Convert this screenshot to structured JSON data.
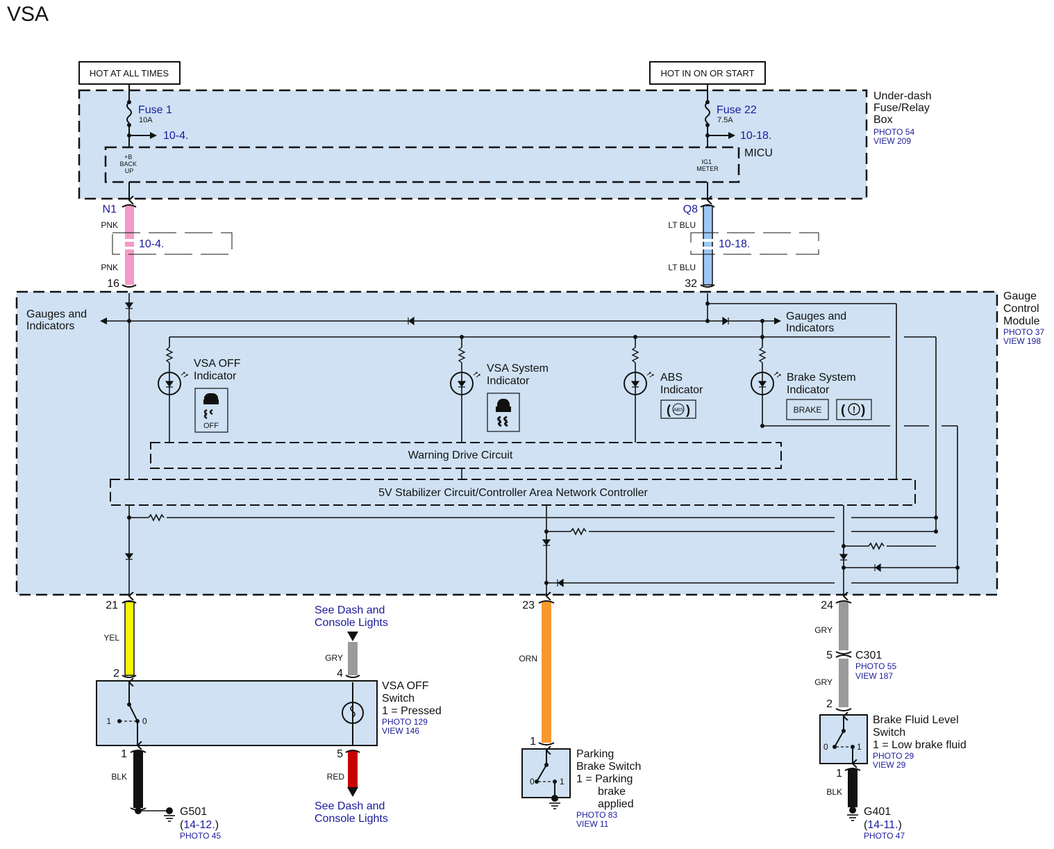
{
  "title": "VSA",
  "colors": {
    "module_fill": "#cfe1f3",
    "ref_blue": "#1a1a9c",
    "wire_pnk": "#f59ac8",
    "wire_ltblu": "#9cc8f5",
    "wire_yel": "#f7f700",
    "wire_gry": "#9a9a9a",
    "wire_orn": "#f7982f",
    "wire_red": "#c80000",
    "wire_blk": "#111111"
  },
  "power_labels": {
    "left": "HOT AT ALL TIMES",
    "right": "HOT IN ON OR START"
  },
  "fuse_box": {
    "name_lines": [
      "Under-dash",
      "Fuse/Relay",
      "Box"
    ],
    "photo": "PHOTO 54",
    "view": "VIEW 209",
    "micu_label": "MICU",
    "fuse1": {
      "name": "Fuse 1",
      "rating": "10A",
      "ref": "10-4.",
      "terminal_lines": [
        "+B",
        "BACK",
        "UP"
      ]
    },
    "fuse22": {
      "name": "Fuse 22",
      "rating": "7.5A",
      "ref": "10-18.",
      "terminal_lines": [
        "IG1",
        "METER"
      ]
    }
  },
  "harness_top": {
    "left": {
      "connector": "N1",
      "color_top": "PNK",
      "ref": "10-4.",
      "color_bottom": "PNK",
      "pin": "16"
    },
    "right": {
      "connector": "Q8",
      "color_top": "LT BLU",
      "ref": "10-18.",
      "color_bottom": "LT BLU",
      "pin": "32"
    }
  },
  "gauge_module": {
    "name_lines": [
      "Gauge",
      "Control",
      "Module"
    ],
    "photo": "PHOTO 37",
    "view": "VIEW 198",
    "gauges_left": [
      "Gauges and",
      "Indicators"
    ],
    "gauges_right": [
      "Gauges and",
      "Indicators"
    ],
    "indicators": [
      {
        "label_lines": [
          "VSA OFF",
          "Indicator"
        ],
        "icon": "vsa-off-icon",
        "icon_text": "OFF"
      },
      {
        "label_lines": [
          "VSA System",
          "Indicator"
        ],
        "icon": "vsa-system-icon"
      },
      {
        "label_lines": [
          "ABS",
          "Indicator"
        ],
        "icon": "abs-icon",
        "icon_text": "ABS"
      },
      {
        "label_lines": [
          "Brake System",
          "Indicator"
        ],
        "icon": "brake-icon",
        "icon_text": "BRAKE",
        "icon2_text": "!"
      }
    ],
    "warning_drive": "Warning Drive Circuit",
    "stabilizer": "5V Stabilizer Circuit/Controller Area Network Controller"
  },
  "outputs": {
    "pin21": {
      "pin": "21",
      "color": "YEL",
      "to_pin": "2"
    },
    "pin23": {
      "pin": "23",
      "color": "ORN",
      "to_pin": "1"
    },
    "pin24": {
      "pin": "24",
      "color_top": "GRY",
      "c301_pin": "5",
      "connector": "C301",
      "photo": "PHOTO 55",
      "view": "VIEW 187",
      "color_bottom": "GRY",
      "to_pin": "2"
    }
  },
  "vsa_off_switch": {
    "name_lines": [
      "VSA OFF",
      "Switch",
      "1 = Pressed"
    ],
    "photo": "PHOTO 129",
    "view": "VIEW 146",
    "pos1": "1",
    "pos0": "0",
    "dash_light_in": [
      "See Dash and",
      "Console Lights"
    ],
    "gry_label": "GRY",
    "pin4": "4",
    "pin1": "1",
    "blk_label": "BLK",
    "pin5": "5",
    "red_label": "RED",
    "dash_light_out": [
      "See Dash and",
      "Console Lights"
    ],
    "ground": {
      "name": "G501",
      "ref_open": "(",
      "ref": "14-12.",
      "ref_close": ")",
      "photo": "PHOTO 45"
    }
  },
  "parking_brake_switch": {
    "name_lines": [
      "Parking",
      "Brake Switch",
      "1 = Parking",
      "brake",
      "applied"
    ],
    "photo": "PHOTO 83",
    "view": "VIEW 11",
    "pos0": "0",
    "pos1": "1"
  },
  "brake_fluid_switch": {
    "name_lines": [
      "Brake Fluid Level",
      "Switch",
      "1 = Low brake fluid"
    ],
    "photo": "PHOTO 29",
    "view": "VIEW 29",
    "pos0": "0",
    "pos1": "1",
    "pin1": "1",
    "blk_label": "BLK",
    "ground": {
      "name": "G401",
      "ref_open": "(",
      "ref": "14-11.",
      "ref_close": ")",
      "photo": "PHOTO 47"
    }
  }
}
